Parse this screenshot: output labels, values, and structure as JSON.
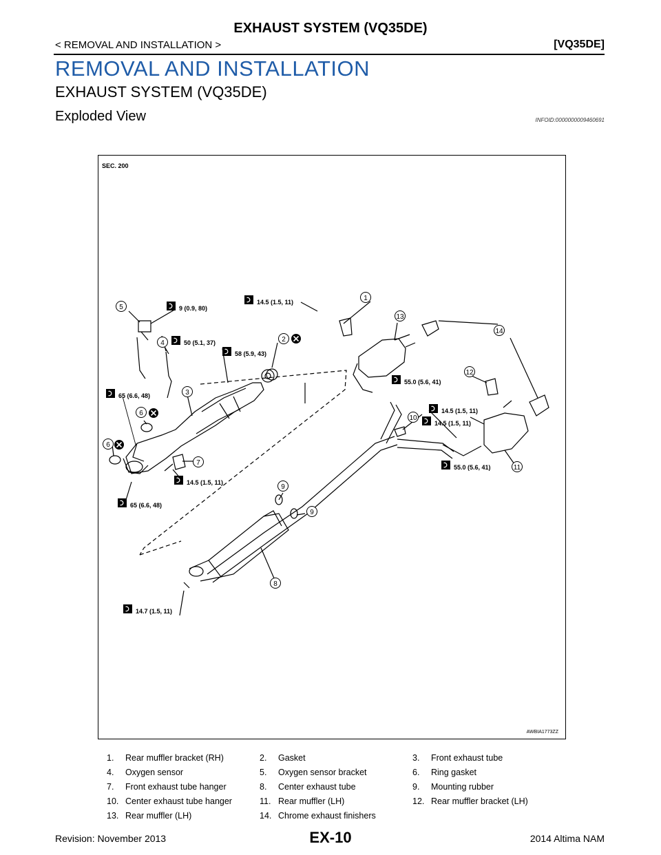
{
  "header": {
    "title": "EXHAUST SYSTEM (VQ35DE)",
    "breadcrumb": "< REMOVAL AND INSTALLATION >",
    "model": "[VQ35DE]"
  },
  "main": {
    "heading": "REMOVAL AND INSTALLATION",
    "subheading": "EXHAUST SYSTEM (VQ35DE)",
    "view_heading": "Exploded View",
    "infoid": "INFOID:0000000009460691"
  },
  "figure": {
    "section": "SEC. 200",
    "code": "AWBIA1773ZZ",
    "torques": {
      "t1": "9 (0.9, 80)",
      "t2": "14.5 (1.5, 11)",
      "t3": "50 (5.1, 37)",
      "t4": "58 (5.9, 43)",
      "t5": "55.0 (5.6, 41)",
      "t6": "65 (6.6, 48)",
      "t7": "14.5 (1.5, 11)",
      "t8": "14.5 (1.5, 11)",
      "t9": "14.5 (1.5, 11)",
      "t10": "55.0 (5.6, 41)",
      "t11": "65 (6.6, 48)",
      "t12": "14.7 (1.5, 11)"
    },
    "callouts": {
      "c1": "1",
      "c2": "2",
      "c3": "3",
      "c4": "4",
      "c5": "5",
      "c6a": "6",
      "c6b": "6",
      "c7": "7",
      "c8": "8",
      "c9a": "9",
      "c9b": "9",
      "c10": "10",
      "c11": "11",
      "c12": "12",
      "c13": "13",
      "c14": "14"
    }
  },
  "parts": [
    [
      "1.",
      "Rear muffler bracket (RH)",
      "2.",
      "Gasket",
      "3.",
      "Front exhaust tube"
    ],
    [
      "4.",
      "Oxygen sensor",
      "5.",
      "Oxygen sensor bracket",
      "6.",
      "Ring gasket"
    ],
    [
      "7.",
      "Front exhaust tube hanger",
      "8.",
      "Center exhaust tube",
      "9.",
      "Mounting rubber"
    ],
    [
      "10.",
      "Center exhaust tube hanger",
      "11.",
      "Rear muffler (LH)",
      "12.",
      "Rear muffler bracket (LH)"
    ],
    [
      "13.",
      "Rear muffler (LH)",
      "14.",
      "Chrome exhaust finishers",
      "",
      ""
    ]
  ],
  "footer": {
    "revision": "Revision: November 2013",
    "page": "EX-10",
    "model": "2014 Altima NAM"
  }
}
